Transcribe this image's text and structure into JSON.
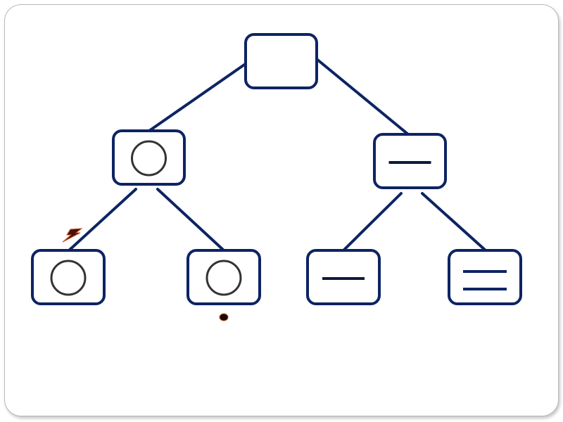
{
  "diagram": {
    "type": "tree",
    "colors": {
      "node_border": "#0d2463",
      "edge": "#0d2463",
      "node_fill": "#ffffff",
      "circle_symbol": "#333333",
      "line_symbol": "#0d1a3a",
      "mark": "#4a1008",
      "mark_outline": "#c05028"
    },
    "nodes": [
      {
        "id": "root",
        "symbol": "empty"
      },
      {
        "id": "left",
        "symbol": "circle"
      },
      {
        "id": "right",
        "symbol": "line"
      },
      {
        "id": "left-left",
        "symbol": "circle"
      },
      {
        "id": "left-right",
        "symbol": "circle"
      },
      {
        "id": "right-left",
        "symbol": "line"
      },
      {
        "id": "right-right",
        "symbol": "double-line"
      }
    ],
    "edges": [
      {
        "from": "root",
        "to": "left"
      },
      {
        "from": "root",
        "to": "right"
      },
      {
        "from": "left",
        "to": "left-left"
      },
      {
        "from": "left",
        "to": "left-right"
      },
      {
        "from": "right",
        "to": "right-left"
      },
      {
        "from": "right",
        "to": "right-right"
      }
    ],
    "marks": [
      {
        "name": "lightning-mark-icon",
        "near": "left-left"
      },
      {
        "name": "dot-mark-icon",
        "near": "left-right"
      }
    ]
  }
}
